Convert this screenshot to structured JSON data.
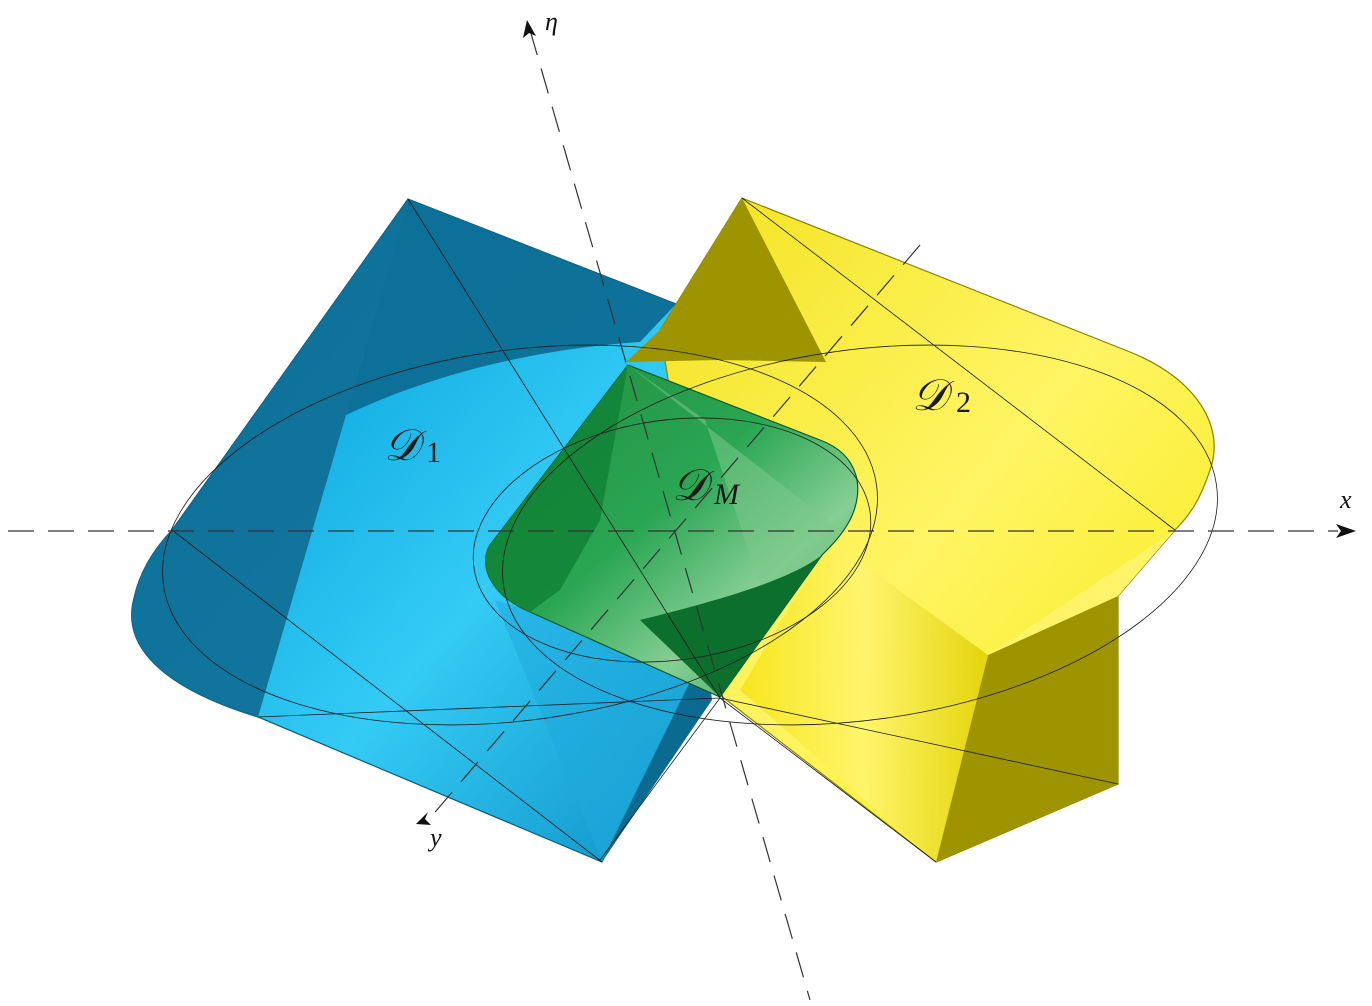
{
  "axes": {
    "x_label": "x",
    "y_label": "y",
    "eta_label": "η"
  },
  "domains": {
    "d1": {
      "symbol": "𝒟",
      "subscript": "1"
    },
    "d2": {
      "symbol": "𝒟",
      "subscript": "2"
    },
    "dm": {
      "symbol": "𝒟",
      "subscript": "M"
    }
  },
  "colors": {
    "d1_light": "#2ec6f3",
    "d1_mid": "#0aa8dc",
    "d1_dark": "#0f6e95",
    "d2_light": "#fff35a",
    "d2_mid": "#efe01a",
    "d2_dark": "#9d9400",
    "dm_light": "#7cc98a",
    "dm_mid": "#22a148",
    "dm_dark": "#0d6f2d",
    "axis": "#333333"
  }
}
